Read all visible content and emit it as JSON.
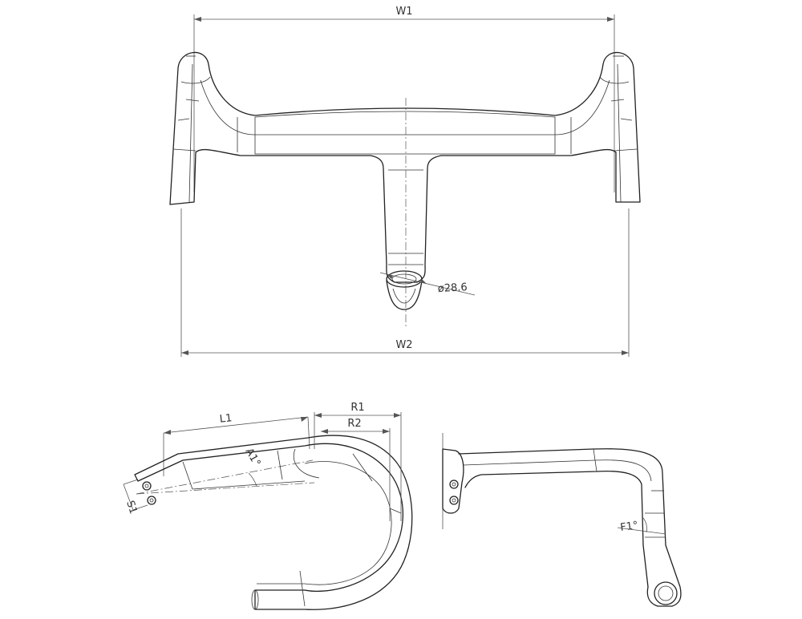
{
  "labels": {
    "w1": "W1",
    "w2": "W2",
    "clamp_diameter": "ø28.6",
    "l1": "L1",
    "a1": "A1°",
    "s1": "S1",
    "r1": "R1",
    "r2": "R2",
    "f1": "F1°"
  }
}
